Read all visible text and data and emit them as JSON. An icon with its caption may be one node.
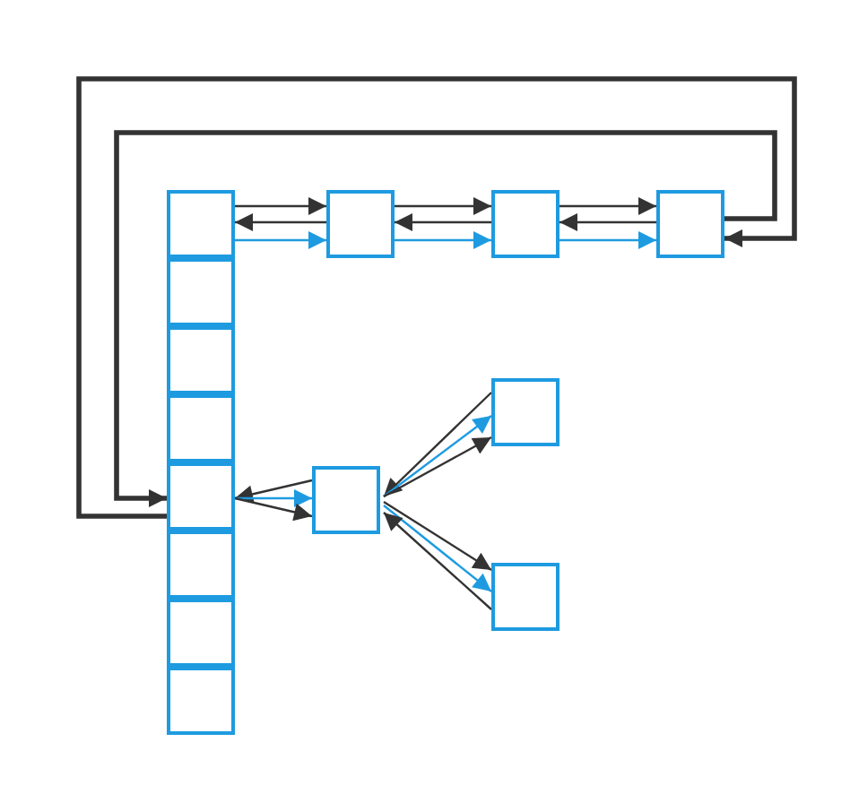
{
  "diagram": {
    "nodes": [
      {
        "text": [],
        "shape": "box"
      },
      {
        "text": [],
        "shape": "box"
      },
      {
        "text": [],
        "shape": "box"
      },
      {
        "text": [],
        "shape": "box"
      },
      {
        "text": [],
        "shape": "box"
      },
      {
        "text": [],
        "shape": "box"
      },
      {
        "text": [],
        "shape": "box"
      },
      {
        "text": [],
        "shape": "box"
      },
      {
        "text": [],
        "shape": "box"
      },
      {
        "text": [],
        "shape": "box"
      },
      {
        "text": [],
        "shape": "box"
      },
      {
        "text": [],
        "shape": "box"
      },
      {
        "text": [],
        "shape": "box"
      },
      {
        "text": [],
        "shape": "box"
      }
    ],
    "edges": [
      {
        "from": 0,
        "to": 8,
        "arrow": "to"
      },
      {
        "from": 8,
        "to": 0,
        "arrow": "to"
      },
      {
        "from": 0,
        "to": 8,
        "arrow": "to",
        "color": "#1e9be0"
      },
      {
        "from": 8,
        "to": 9,
        "arrow": "to"
      },
      {
        "from": 9,
        "to": 8,
        "arrow": "to"
      },
      {
        "from": 8,
        "to": 9,
        "arrow": "to",
        "color": "#1e9be0"
      },
      {
        "from": 9,
        "to": 10,
        "arrow": "to"
      },
      {
        "from": 10,
        "to": 9,
        "arrow": "to"
      },
      {
        "from": 9,
        "to": 10,
        "arrow": "to",
        "color": "#1e9be0"
      },
      {
        "from": 4,
        "to": 10,
        "arrow": "to",
        "style": "thick"
      },
      {
        "from": 10,
        "to": 4,
        "arrow": "to",
        "style": "thick"
      },
      {
        "from": 11,
        "to": 4,
        "arrow": "to"
      },
      {
        "from": 4,
        "to": 11,
        "arrow": "to",
        "color": "#1e9be0"
      },
      {
        "from": 4,
        "to": 11,
        "arrow": "to"
      },
      {
        "from": 12,
        "to": 11,
        "arrow": "to"
      },
      {
        "from": 11,
        "to": 12,
        "arrow": "to",
        "color": "#1e9be0"
      },
      {
        "from": 11,
        "to": 12,
        "arrow": "to"
      },
      {
        "from": 11,
        "to": 13,
        "arrow": "to"
      },
      {
        "from": 11,
        "to": 13,
        "arrow": "to",
        "color": "#1e9be0"
      },
      {
        "from": 13,
        "to": 11,
        "arrow": "to"
      }
    ]
  }
}
